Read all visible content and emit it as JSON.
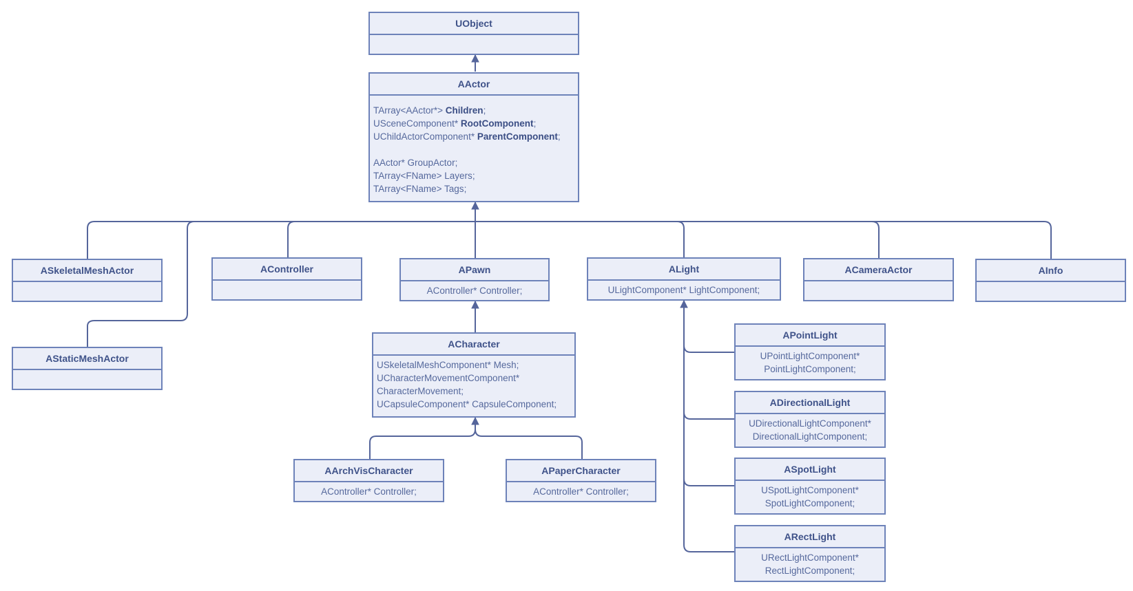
{
  "classes": {
    "uobject": {
      "name": "UObject",
      "fields": []
    },
    "aactor": {
      "name": "AActor",
      "fields": [
        {
          "type": "TArray<AActor*> ",
          "name": "Children",
          "bold": true
        },
        {
          "type": "USceneComponent* ",
          "name": "RootComponent",
          "bold": true
        },
        {
          "type": "UChildActorComponent* ",
          "name": "ParentComponent",
          "bold": true
        },
        {
          "spacer": true
        },
        {
          "type": "AActor* ",
          "name": "GroupActor",
          "bold": false
        },
        {
          "type": "TArray<FName> ",
          "name": "Layers",
          "bold": false
        },
        {
          "type": "TArray<FName> ",
          "name": "Tags",
          "bold": false
        }
      ]
    },
    "askeletalmeshactor": {
      "name": "ASkeletalMeshActor",
      "fields": []
    },
    "astaticmeshactor": {
      "name": "AStaticMeshActor",
      "fields": []
    },
    "acontroller": {
      "name": "AController",
      "fields": []
    },
    "apawn": {
      "name": "APawn",
      "fields": [
        {
          "text": "AController* Controller;"
        }
      ]
    },
    "alight": {
      "name": "ALight",
      "fields": [
        {
          "text": "ULightComponent* LightComponent;"
        }
      ]
    },
    "acameraactor": {
      "name": "ACameraActor",
      "fields": []
    },
    "ainfo": {
      "name": "AInfo",
      "fields": []
    },
    "acharacter": {
      "name": "ACharacter",
      "fields": [
        {
          "text": "USkeletalMeshComponent* Mesh;"
        },
        {
          "text": "UCharacterMovementComponent*"
        },
        {
          "text": "CharacterMovement;"
        },
        {
          "text": "UCapsuleComponent* CapsuleComponent;"
        }
      ]
    },
    "aarchvischaracter": {
      "name": "AArchVisCharacter",
      "fields": [
        {
          "text": "AController* Controller;"
        }
      ]
    },
    "apapercharacter": {
      "name": "APaperCharacter",
      "fields": [
        {
          "text": "AController* Controller;"
        }
      ]
    },
    "apointlight": {
      "name": "APointLight",
      "fields": [
        {
          "text": "UPointLightComponent*"
        },
        {
          "text": "PointLightComponent;"
        }
      ]
    },
    "adirectionallight": {
      "name": "ADirectionalLight",
      "fields": [
        {
          "text": "UDirectionalLightComponent*"
        },
        {
          "text": "DirectionalLightComponent;"
        }
      ]
    },
    "aspotlight": {
      "name": "ASpotLight",
      "fields": [
        {
          "text": "USpotLightComponent*"
        },
        {
          "text": "SpotLightComponent;"
        }
      ]
    },
    "arectlight": {
      "name": "ARectLight",
      "fields": [
        {
          "text": "URectLightComponent*"
        },
        {
          "text": "RectLightComponent;"
        }
      ]
    }
  },
  "inheritance": [
    {
      "child": "aactor",
      "parent": "uobject"
    },
    {
      "child": "askeletalmeshactor",
      "parent": "aactor"
    },
    {
      "child": "astaticmeshactor",
      "parent": "aactor"
    },
    {
      "child": "acontroller",
      "parent": "aactor"
    },
    {
      "child": "apawn",
      "parent": "aactor"
    },
    {
      "child": "alight",
      "parent": "aactor"
    },
    {
      "child": "acameraactor",
      "parent": "aactor"
    },
    {
      "child": "ainfo",
      "parent": "aactor"
    },
    {
      "child": "acharacter",
      "parent": "apawn"
    },
    {
      "child": "aarchvischaracter",
      "parent": "acharacter"
    },
    {
      "child": "apapercharacter",
      "parent": "acharacter"
    },
    {
      "child": "apointlight",
      "parent": "alight"
    },
    {
      "child": "adirectionallight",
      "parent": "alight"
    },
    {
      "child": "aspotlight",
      "parent": "alight"
    },
    {
      "child": "arectlight",
      "parent": "alight"
    }
  ],
  "colors": {
    "line": "#55659b",
    "border": "#6d82b9",
    "fill": "#ebeef8",
    "title": "#3f5289"
  }
}
